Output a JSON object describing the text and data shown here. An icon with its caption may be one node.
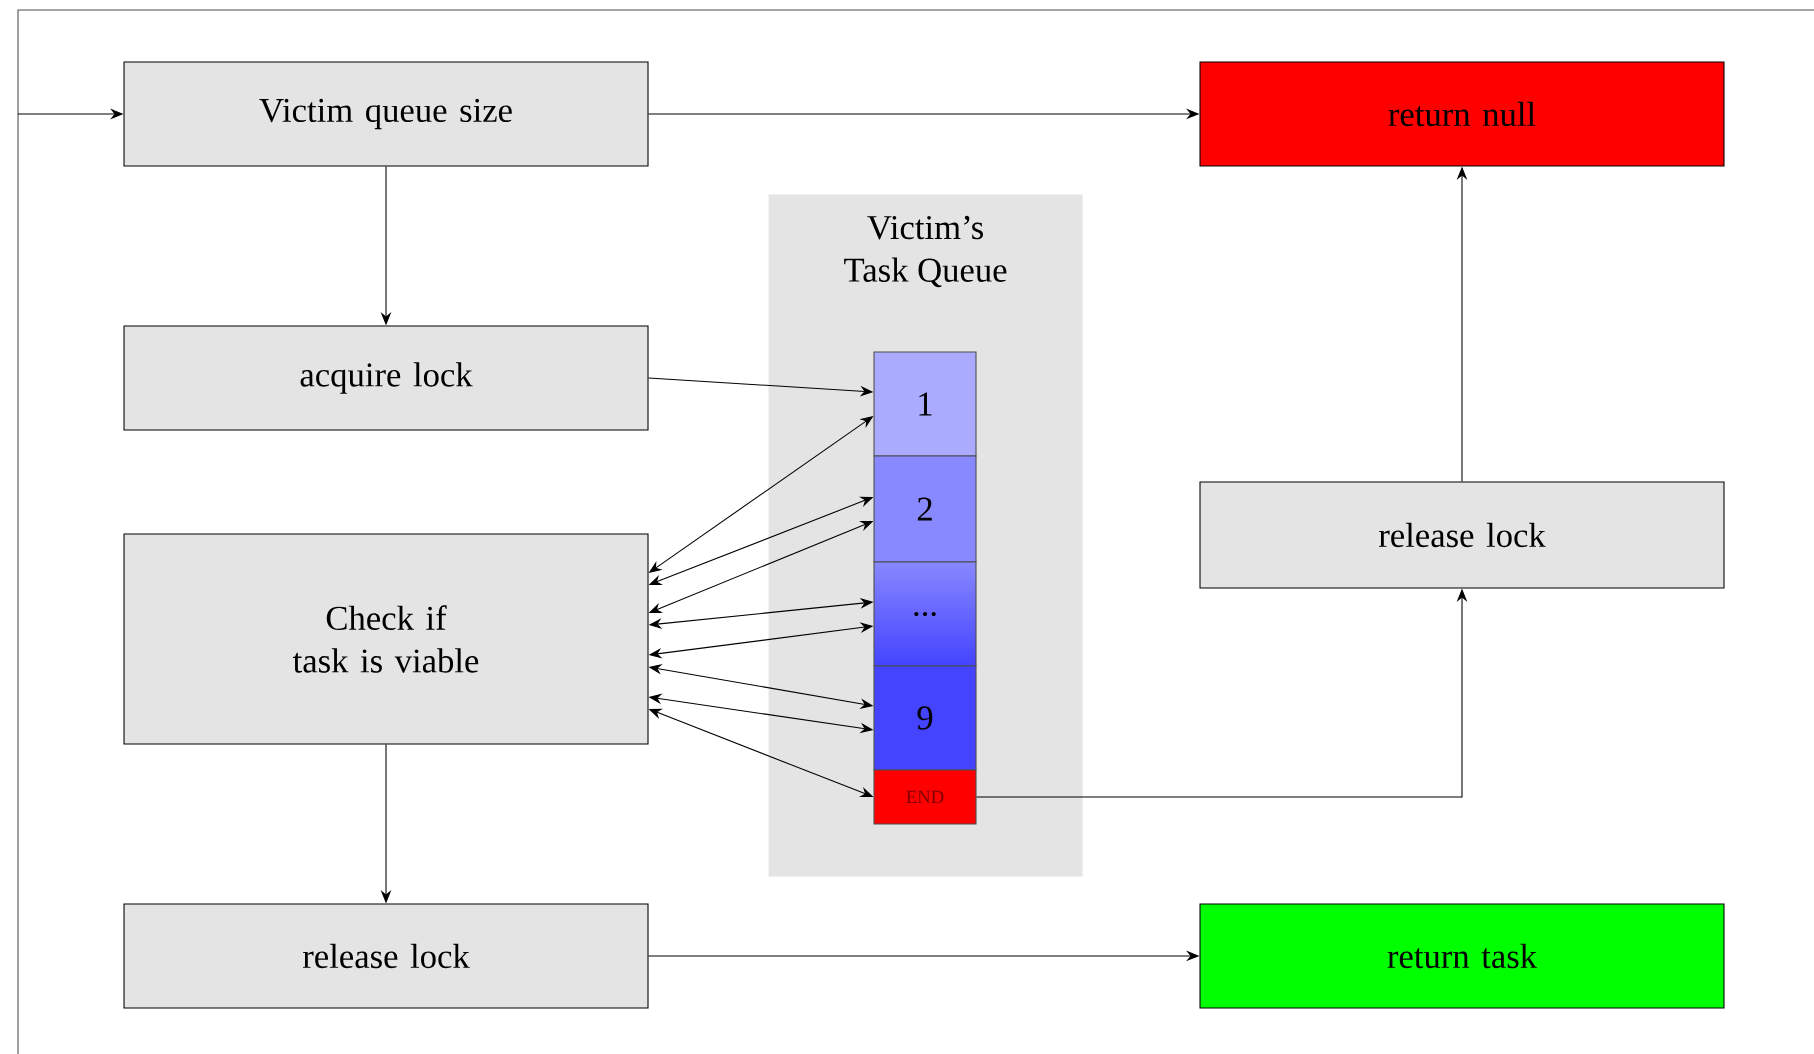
{
  "diagram": {
    "nodes": [
      {
        "text": [
          "Victim queue size"
        ]
      },
      {
        "text": [
          "acquire lock"
        ]
      },
      {
        "text": [
          "Check if task is viable"
        ]
      },
      {
        "text": [
          "release lock"
        ]
      },
      {
        "text": [
          "Victim’s Task Queue"
        ]
      },
      {
        "text": [
          "1"
        ],
        "in": 4
      },
      {
        "text": [
          "2"
        ],
        "in": 4
      },
      {
        "text": [
          "..."
        ],
        "in": 4
      },
      {
        "text": [
          "9"
        ],
        "in": 4
      },
      {
        "text": [
          "END"
        ],
        "in": 4
      },
      {
        "text": [
          "return null"
        ]
      },
      {
        "text": [
          "release lock"
        ]
      },
      {
        "text": [
          "return task"
        ]
      }
    ],
    "edges": [
      {
        "from": null,
        "to": 0,
        "arrow": "to"
      },
      {
        "from": 0,
        "to": 10,
        "arrow": "to"
      },
      {
        "from": 0,
        "to": 1,
        "arrow": "to"
      },
      {
        "from": 1,
        "to": 5,
        "arrow": "to"
      },
      {
        "from": 2,
        "to": 5,
        "arrow": "both"
      },
      {
        "from": 2,
        "to": 6,
        "arrow": "both"
      },
      {
        "from": 2,
        "to": 6,
        "arrow": "both"
      },
      {
        "from": 2,
        "to": 7,
        "arrow": "both"
      },
      {
        "from": 2,
        "to": 7,
        "arrow": "both"
      },
      {
        "from": 2,
        "to": 8,
        "arrow": "both"
      },
      {
        "from": 2,
        "to": 8,
        "arrow": "both"
      },
      {
        "from": 2,
        "to": 9,
        "arrow": "both"
      },
      {
        "from": 9,
        "to": 11,
        "arrow": "to"
      },
      {
        "from": 11,
        "to": 10,
        "arrow": "to"
      },
      {
        "from": 2,
        "to": 3,
        "arrow": "to"
      },
      {
        "from": 3,
        "to": 12,
        "arrow": "to"
      }
    ]
  }
}
